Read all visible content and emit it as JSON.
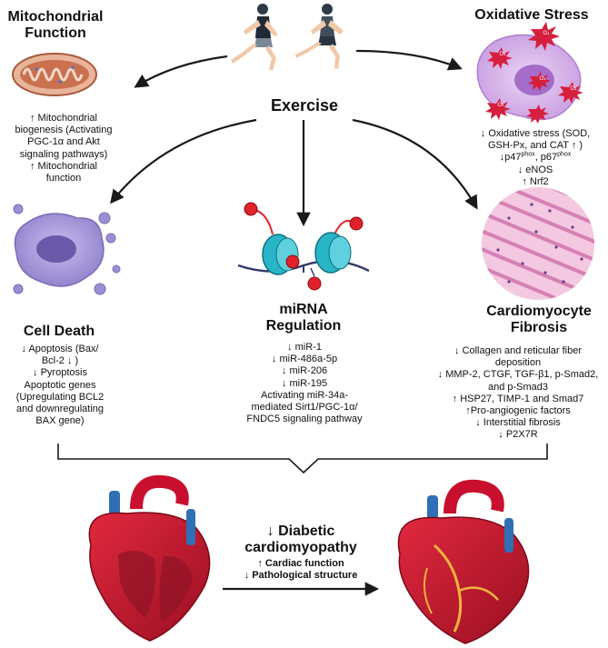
{
  "center": {
    "label": "Exercise"
  },
  "mito": {
    "title": [
      "Mitochondrial",
      "Function"
    ],
    "lines": [
      "↑ Mitochondrial",
      "biogenesis (Activating",
      "PGC-1α and Akt",
      "signaling pathways)",
      "↑ Mitochondrial",
      "function"
    ]
  },
  "oxidative": {
    "title": [
      "Oxidative Stress"
    ],
    "lines": [
      "↓ Oxidative stress (SOD,",
      "GSH-Px, and CAT ↑ )"
    ],
    "p47": "↓p47",
    "phox1": "phox",
    "p67": ", p67",
    "phox2": "phox",
    "lines2": [
      "↓ eNOS",
      "↑ Nrf2"
    ],
    "badge": "O₂"
  },
  "celldeath": {
    "title": [
      "Cell Death"
    ],
    "lines": [
      "↓ Apoptosis (Bax/",
      "Bcl-2 ↓ )",
      "↓ Pyroptosis",
      "Apoptotic genes",
      "(Upregulating BCL2",
      "and downregulating",
      "BAX gene)"
    ]
  },
  "mirna": {
    "title": [
      "miRNA",
      "Regulation"
    ],
    "lines": [
      "↓ miR-1",
      "↓ miR-486a-5p",
      "↓ miR-206",
      "↓ miR-195",
      "Activating miR-34a-",
      "mediated Sirt1/PGC-1α/",
      "FNDC5 signaling pathway"
    ]
  },
  "fibrosis": {
    "title": [
      "Cardiomyocyte",
      "Fibrosis"
    ],
    "lines": [
      "↓ Collagen and reticular fiber",
      "deposition",
      "↓ MMP-2, CTGF, TGF-β1, p-Smad2,",
      "and p-Smad3",
      "↑ HSP27, TIMP-1 and Smad7",
      "↑Pro-angiogenic factors",
      "↓ Interstitial fibrosis",
      "↓ P2X7R"
    ]
  },
  "outcome": {
    "title": [
      "↓ Diabetic",
      "cardiomyopathy"
    ],
    "lines": [
      "↑ Cardiac function",
      "↓ Pathological structure"
    ]
  },
  "colors": {
    "arrow": "#1a1a1a",
    "mito_outer": "#e8b49a",
    "mito_inner": "#c9714f",
    "cell_purple": "#a99ad6",
    "ox_purple": "#d7b8ea",
    "ox_red": "#d61f3d",
    "histo_pink": "#e9a7cf",
    "dna_teal": "#29b5c8",
    "mirna_red": "#e0232b",
    "heart_red": "#c8102e",
    "vessel_blue": "#2f6fb5",
    "runner_dark": "#2e3a4a"
  }
}
